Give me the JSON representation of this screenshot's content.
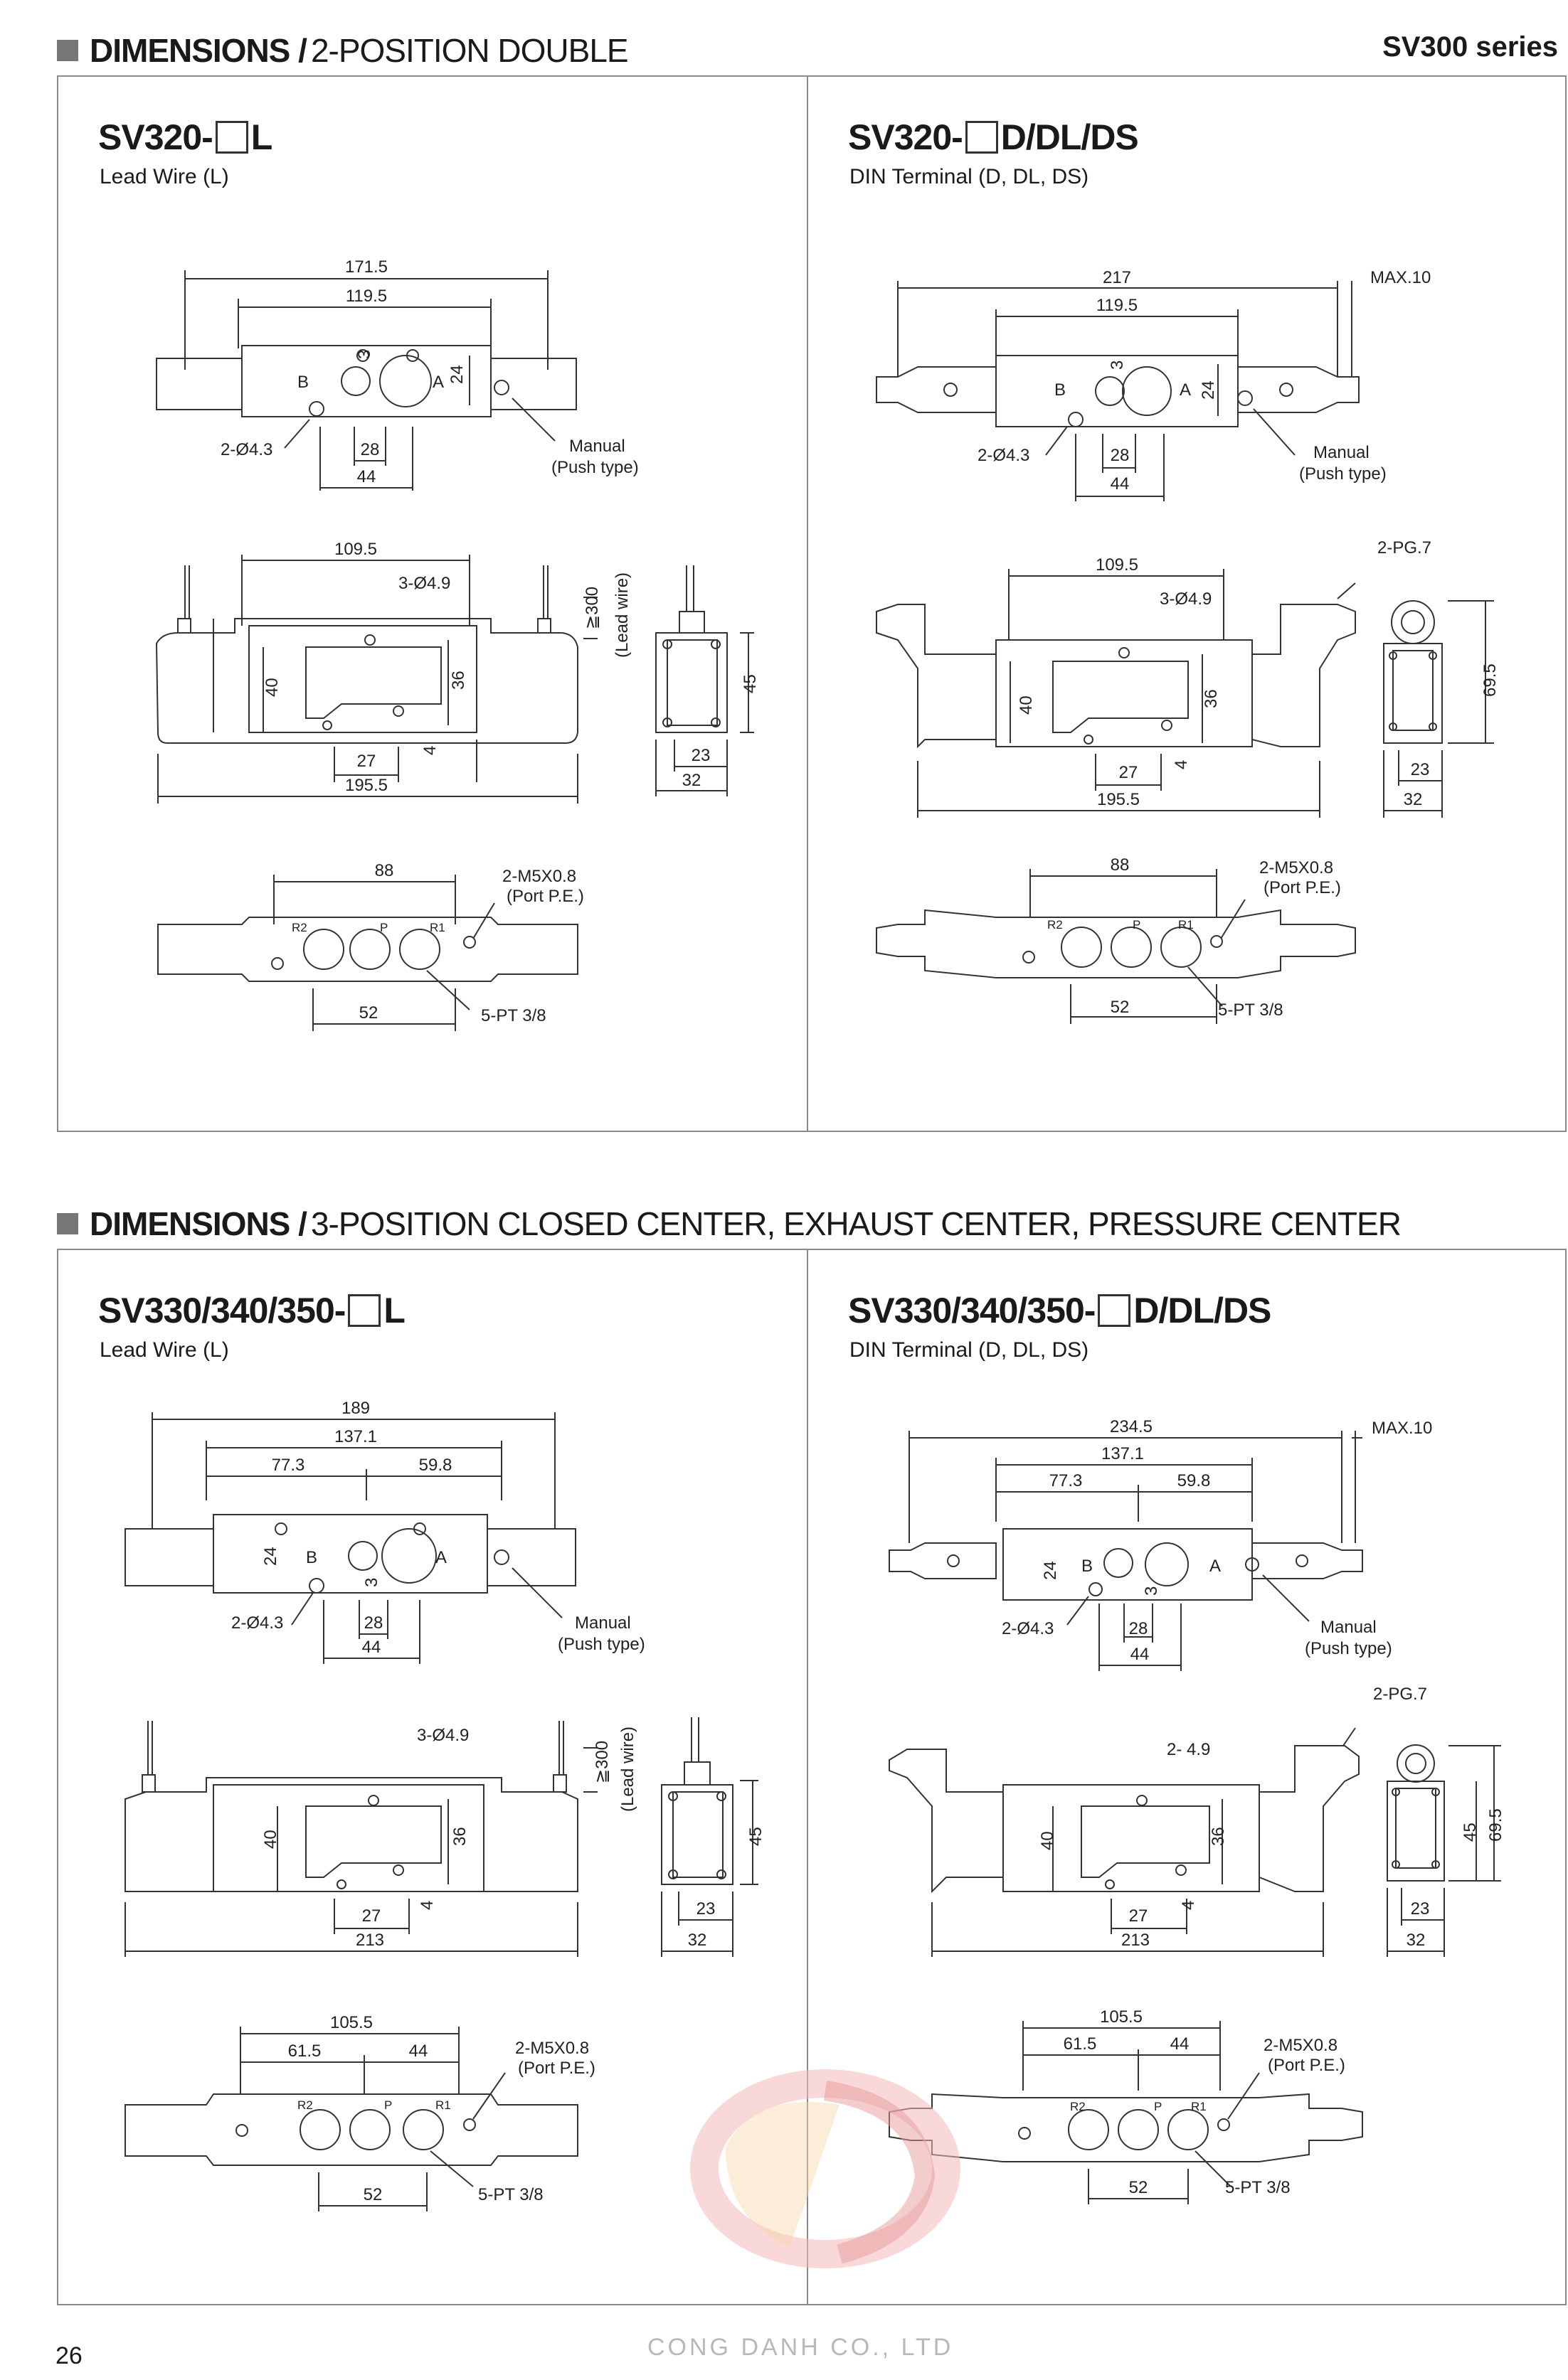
{
  "header": {
    "section1_bold": "DIMENSIONS /",
    "section1_rest": "2-POSITION DOUBLE",
    "series": "SV300 series",
    "section2_bold": "DIMENSIONS /",
    "section2_rest": "3-POSITION CLOSED CENTER, EXHAUST CENTER, PRESSURE CENTER"
  },
  "models": [
    {
      "prefix": "SV320-",
      "suffix": "L",
      "subtitle": "Lead Wire (L)"
    },
    {
      "prefix": "SV320-",
      "suffix": "D/DL/DS",
      "subtitle": "DIN Terminal (D, DL, DS)"
    },
    {
      "prefix": "SV330/340/350-",
      "suffix": "L",
      "subtitle": "Lead Wire (L)"
    },
    {
      "prefix": "SV330/340/350-",
      "suffix": "D/DL/DS",
      "subtitle": "DIN Terminal (D, DL, DS)"
    }
  ],
  "dims": {
    "d1": {
      "top_overall": "171.5",
      "top_body": "119.5",
      "height24": "24",
      "three": "3",
      "portB": "B",
      "portA": "A",
      "holes": "2-Ø4.3",
      "d28": "28",
      "d44": "44",
      "manual": "Manual",
      "push": "(Push type)",
      "front_w": "109.5",
      "front_holes": "3-Ø4.9",
      "h40": "40",
      "h36": "36",
      "d27": "27",
      "four": "4",
      "front_overall": "195.5",
      "lead": "≧300",
      "leadlabel": "(Lead wire)",
      "side45": "45",
      "side23": "23",
      "side32": "32",
      "bot88": "88",
      "bot52": "52",
      "m5": "2-M5X0.8",
      "pe": "(Port P.E.)",
      "pt": "5-PT 3/8",
      "r2": "R2",
      "p": "P",
      "r1": "R1"
    },
    "d2": {
      "top_overall": "217",
      "max10": "MAX.10",
      "top_body": "119.5",
      "height24": "24",
      "three": "3",
      "portB": "B",
      "portA": "A",
      "holes": "2-Ø4.3",
      "d28": "28",
      "d44": "44",
      "manual": "Manual",
      "push": "(Push type)",
      "pg7": "2-PG.7",
      "front_w": "109.5",
      "front_holes": "3-Ø4.9",
      "h40": "40",
      "h36": "36",
      "d27": "27",
      "four": "4",
      "front_overall": "195.5",
      "side695": "69.5",
      "side23": "23",
      "side32": "32",
      "bot88": "88",
      "bot52": "52",
      "m5": "2-M5X0.8",
      "pe": "(Port P.E.)",
      "pt": "5-PT 3/8",
      "r2": "R2",
      "p": "P",
      "r1": "R1"
    },
    "d3": {
      "top_overall": "189",
      "top_body": "137.1",
      "left773": "77.3",
      "right598": "59.8",
      "height24": "24",
      "three": "3",
      "portB": "B",
      "portA": "A",
      "holes": "2-Ø4.3",
      "d28": "28",
      "d44": "44",
      "manual": "Manual",
      "push": "(Push type)",
      "front_holes": "3-Ø4.9",
      "h40": "40",
      "h36": "36",
      "d27": "27",
      "four": "4",
      "front_overall": "213",
      "lead": "≧300",
      "leadlabel": "(Lead wire)",
      "side45": "45",
      "side23": "23",
      "side32": "32",
      "bot1055": "105.5",
      "bot615": "61.5",
      "bot44": "44",
      "bot52": "52",
      "m5": "2-M5X0.8",
      "pe": "(Port P.E.)",
      "pt": "5-PT 3/8",
      "r2": "R2",
      "p": "P",
      "r1": "R1"
    },
    "d4": {
      "top_overall": "234.5",
      "max10": "MAX.10",
      "top_body": "137.1",
      "left773": "77.3",
      "right598": "59.8",
      "height24": "24",
      "three": "3",
      "portB": "B",
      "portA": "A",
      "holes": "2-Ø4.3",
      "d28": "28",
      "d44": "44",
      "manual": "Manual",
      "push": "(Push type)",
      "pg7": "2-PG.7",
      "front_holes": "2-  4.9",
      "h40": "40",
      "h36": "36",
      "d27": "27",
      "four": "4",
      "front_overall": "213",
      "side45": "45",
      "side695": "69.5",
      "side23": "23",
      "side32": "32",
      "bot1055": "105.5",
      "bot615": "61.5",
      "bot44": "44",
      "bot52": "52",
      "m5": "2-M5X0.8",
      "pe": "(Port P.E.)",
      "pt": "5-PT 3/8",
      "r2": "R2",
      "p": "P",
      "r1": "R1"
    }
  },
  "footer": {
    "page_number": "26",
    "company": "CONG DANH CO., LTD"
  }
}
